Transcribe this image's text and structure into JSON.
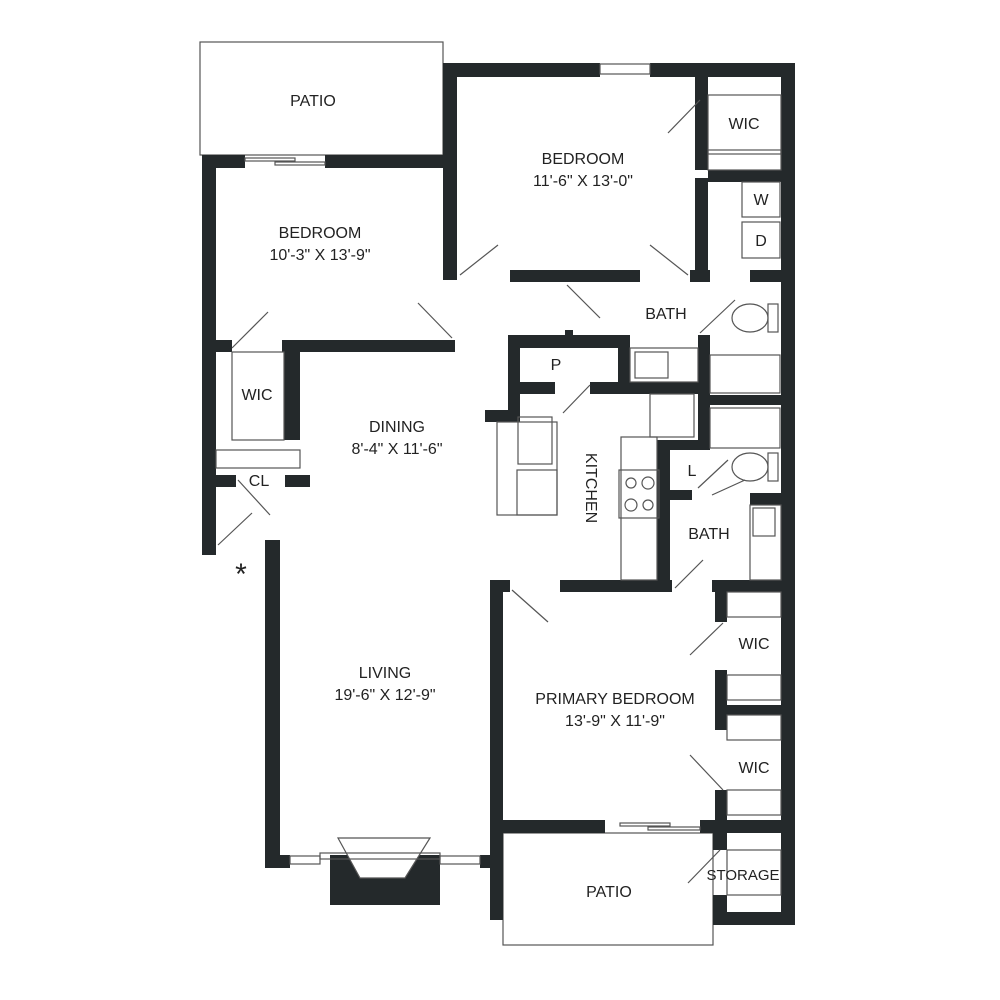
{
  "rooms": {
    "patio_top": {
      "name": "PATIO"
    },
    "bedroom_left": {
      "name": "BEDROOM",
      "size": "10'-3\" X 13'-9\""
    },
    "bedroom_right": {
      "name": "BEDROOM",
      "size": "11'-6\" X 13'-0\""
    },
    "wic_1": "WIC",
    "wic_2": "WIC",
    "wic_3": "WIC",
    "wic_4": "WIC",
    "washer": "W",
    "dryer": "D",
    "bath_1": "BATH",
    "bath_2": "BATH",
    "pantry": "P",
    "linen": "L",
    "closet": "CL",
    "kitchen": "KITCHEN",
    "dining": {
      "name": "DINING",
      "size": "8'-4\" X 11'-6\""
    },
    "living": {
      "name": "LIVING",
      "size": "19'-6\" X 12'-9\""
    },
    "primary_bedroom": {
      "name": "PRIMARY BEDROOM",
      "size": "13'-9\" X 11'-9\""
    },
    "patio_bottom": {
      "name": "PATIO"
    },
    "storage": "STORAGE"
  },
  "entry_marker": "*",
  "colors": {
    "wall": "#24292b",
    "fixture_line": "#555555",
    "background": "#ffffff"
  }
}
